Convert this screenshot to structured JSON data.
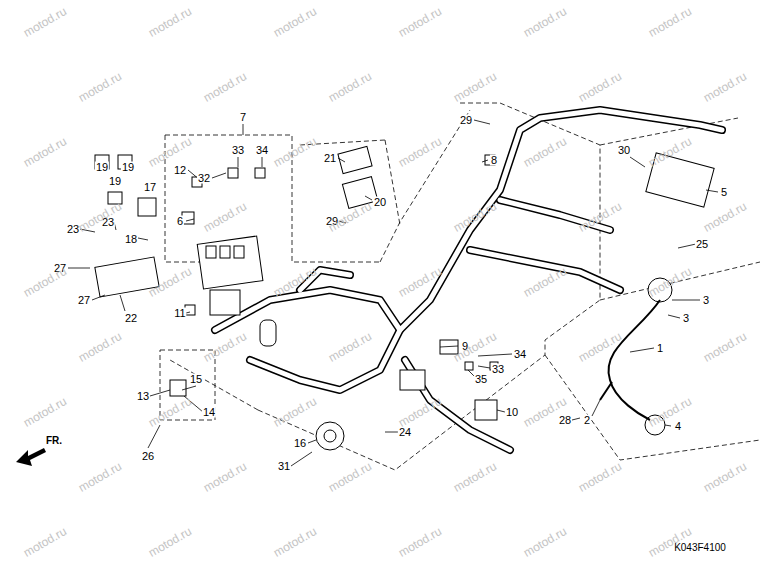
{
  "diagram": {
    "labels": [
      "7",
      "33",
      "34",
      "12",
      "32",
      "21",
      "20",
      "19",
      "19",
      "19",
      "17",
      "23",
      "23",
      "18",
      "6",
      "29",
      "29",
      "8",
      "30",
      "5",
      "25",
      "3",
      "3",
      "1",
      "27",
      "27",
      "22",
      "11",
      "9",
      "34",
      "33",
      "35",
      "13",
      "15",
      "14",
      "26",
      "16",
      "24",
      "10",
      "31",
      "28",
      "2",
      "4",
      "FR.",
      "K043F4100",
      "motod.ru",
      "motod.ru",
      "motod.ru",
      "motod.ru",
      "motod.ru",
      "motod.ru",
      "motod.ru",
      "motod.ru",
      "motod.ru",
      "motod.ru",
      "motod.ru",
      "motod.ru",
      "motod.ru",
      "motod.ru",
      "motod.ru",
      "motod.ru",
      "motod.ru",
      "motod.ru",
      "motod.ru",
      "motod.ru",
      "motod.ru",
      "motod.ru",
      "motod.ru",
      "motod.ru",
      "motod.ru",
      "motod.ru",
      "motod.ru",
      "motod.ru",
      "motod.ru",
      "motod.ru",
      "motod.ru",
      "motod.ru",
      "motod.ru",
      "motod.ru",
      "motod.ru",
      "motod.ru",
      "motod.ru",
      "motod.ru",
      "motod.ru",
      "motod.ru",
      "motod.ru",
      "motod.ru",
      "motod.ru",
      "motod.ru",
      "motod.ru",
      "motod.ru",
      "motod.ru",
      "motod.ru",
      "motod.ru",
      "motod.ru",
      "motod.ru",
      "motod.ru",
      "motod.ru",
      "motod.ru"
    ]
  }
}
